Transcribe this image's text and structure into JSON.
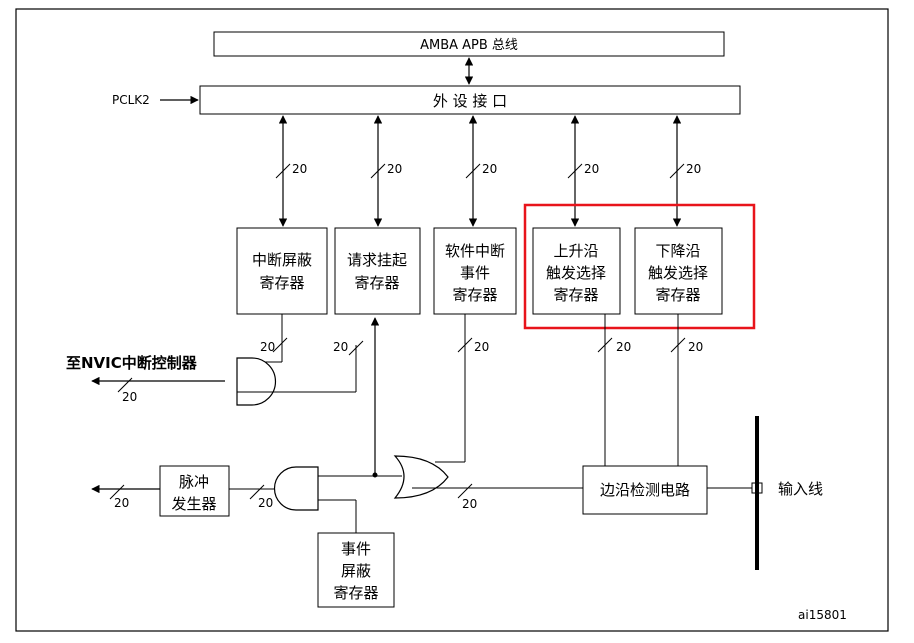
{
  "bus": {
    "label": "AMBA APB 总线"
  },
  "peripheral_interface": {
    "label": "外 设 接 口"
  },
  "clock": {
    "label": "PCLK2"
  },
  "bus_width": "20",
  "registers": {
    "interrupt_mask": {
      "line1": "中断屏蔽",
      "line2": "寄存器"
    },
    "pending_request": {
      "line1": "请求挂起",
      "line2": "寄存器"
    },
    "software_interrupt_event": {
      "line1": "软件中断",
      "line2": "事件",
      "line3": "寄存器"
    },
    "rising_edge_trigger": {
      "line1": "上升沿",
      "line2": "触发选择",
      "line3": "寄存器"
    },
    "falling_edge_trigger": {
      "line1": "下降沿",
      "line2": "触发选择",
      "line3": "寄存器"
    },
    "event_mask": {
      "line1": "事件",
      "line2": "屏蔽",
      "line3": "寄存器"
    }
  },
  "pulse_generator": {
    "line1": "脉冲",
    "line2": "发生器"
  },
  "edge_detect": {
    "label": "边沿检测电路"
  },
  "nvic_output": {
    "label": "至NVIC中断控制器"
  },
  "input_line": {
    "label": "输入线"
  },
  "figure_id": "ai15801",
  "highlight_color": "#e8141b"
}
